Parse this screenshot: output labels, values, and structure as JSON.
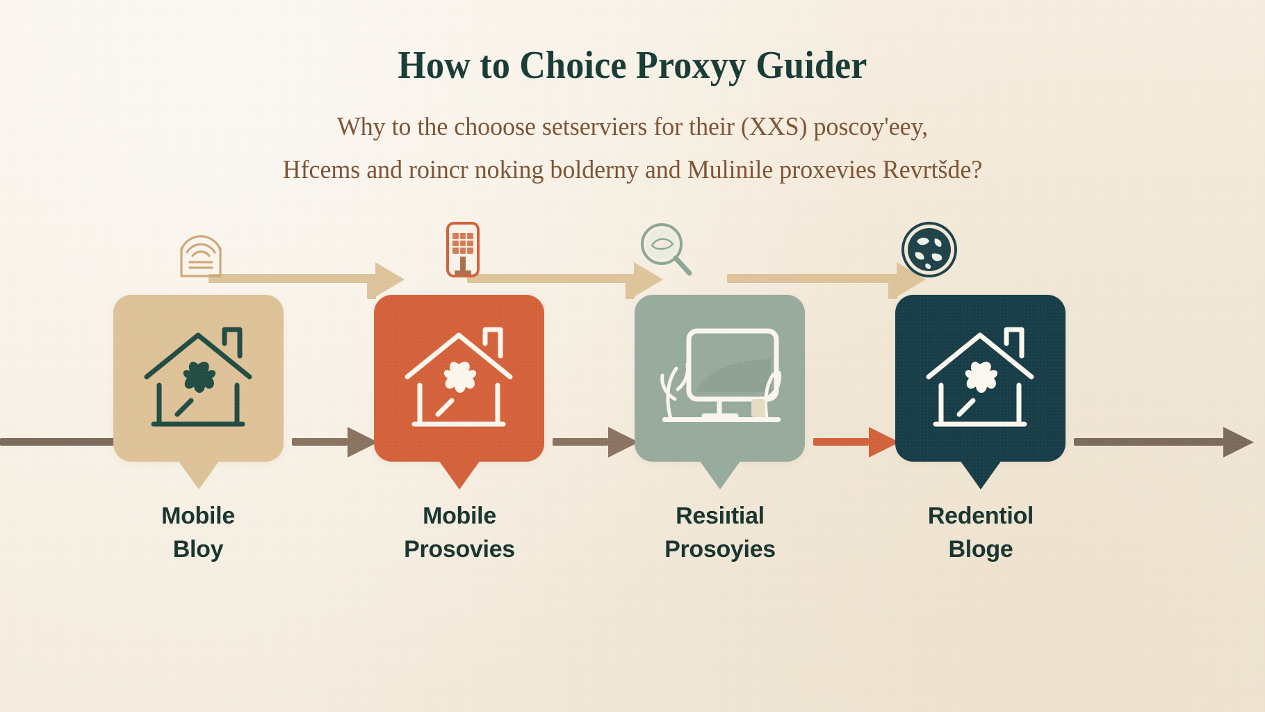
{
  "meta": {
    "kind": "infographic-flow-diagram",
    "background_color": "#f6eee0"
  },
  "header": {
    "title": "How to Choice Proxyy Guider",
    "title_color": "#163a34",
    "subtitle_color": "#7d5234",
    "subtitle_lines": [
      "Why to the chooose setserviers for their (XXS) poscoy'eey,",
      "Hfcems and roincr noking bolderny and Mulinile proxevies Revrtšde?"
    ]
  },
  "top_icons": [
    {
      "name": "arch-wifi-icon",
      "color": "#cfa878"
    },
    {
      "name": "phone-panel-icon",
      "color": "#d2613a"
    },
    {
      "name": "magnifier-icon",
      "color": "#8aa695"
    },
    {
      "name": "globe-icon",
      "color": "#1d4149"
    }
  ],
  "flow": {
    "top_rail_color": "#ddc49a",
    "main_rail_color": "#7b6a5c",
    "highlight_arrow_color": "#d2613a"
  },
  "cards": [
    {
      "id": "card-1",
      "fill": "#dec298",
      "icon": "house-pinwheel-icon",
      "icon_color": "#1f4b43",
      "label_line1": "Mobile",
      "label_line2": "Bloy"
    },
    {
      "id": "card-2",
      "fill": "#d4613a",
      "icon": "house-pinwheel-icon",
      "icon_color": "#fdf7ed",
      "label_line1": "Mobile",
      "label_line2": "Prosovies"
    },
    {
      "id": "card-3",
      "fill": "#97ab9c",
      "icon": "monitor-plants-icon",
      "icon_color": "#fbf7ef",
      "label_line1": "Resiıtial",
      "label_line2": "Prosoyies"
    },
    {
      "id": "card-4",
      "fill": "#153c47",
      "icon": "house-pinwheel-icon",
      "icon_color": "#fdf9f1",
      "label_line1": "Redentiol",
      "label_line2": "Bloge"
    }
  ]
}
